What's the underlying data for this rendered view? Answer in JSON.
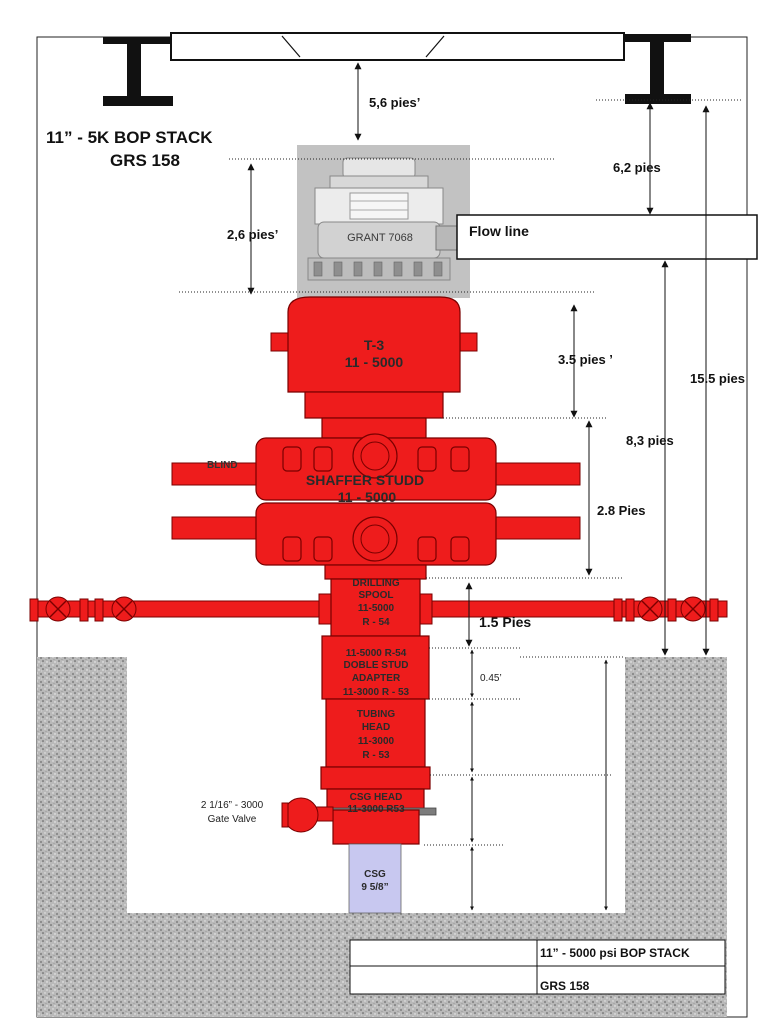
{
  "title": {
    "line1": "11” - 5K  BOP STACK",
    "line2": "GRS 158"
  },
  "flow_line": "Flow line",
  "stack_labels": {
    "grant": "GRANT 7068",
    "t3_line1": "T-3",
    "t3_line2": "11 - 5000",
    "shaffer_line1": "SHAFFER STUDD",
    "shaffer_line2": "11 - 5000",
    "blind": "BLIND",
    "drilling_spool": [
      "DRILLING",
      "SPOOL",
      "11-5000",
      "R - 54"
    ],
    "adapter": [
      "11-5000 R-54",
      "DOBLE STUD",
      "ADAPTER",
      "11-3000 R - 53"
    ],
    "tubing_head": [
      "TUBING",
      "HEAD",
      "11-3000",
      "R - 53"
    ],
    "csg_head": [
      "CSG HEAD",
      "11-3000 R53"
    ],
    "csg": [
      "CSG",
      "9 5/8”"
    ],
    "gate_valve": [
      "2 1/16” - 3000",
      "Gate Valve"
    ]
  },
  "dimensions": {
    "d1": "5,6   pies’",
    "d2": "6,2  pies",
    "d3": "2,6  pies’",
    "d4": "3.5  pies ’",
    "d5": "15.5  pies",
    "d6": "8,3  pies",
    "d7": "2.8 Pies",
    "d8": "1.5 Pies",
    "d9": "0.45’"
  },
  "title_block": {
    "cell1": "11” - 5000 psi BOP STACK",
    "cell2": "GRS 158"
  },
  "colors": {
    "stack_red": "#ee1c1c",
    "casing": "#c8c8f0",
    "cellar": "#b8b8b8"
  }
}
